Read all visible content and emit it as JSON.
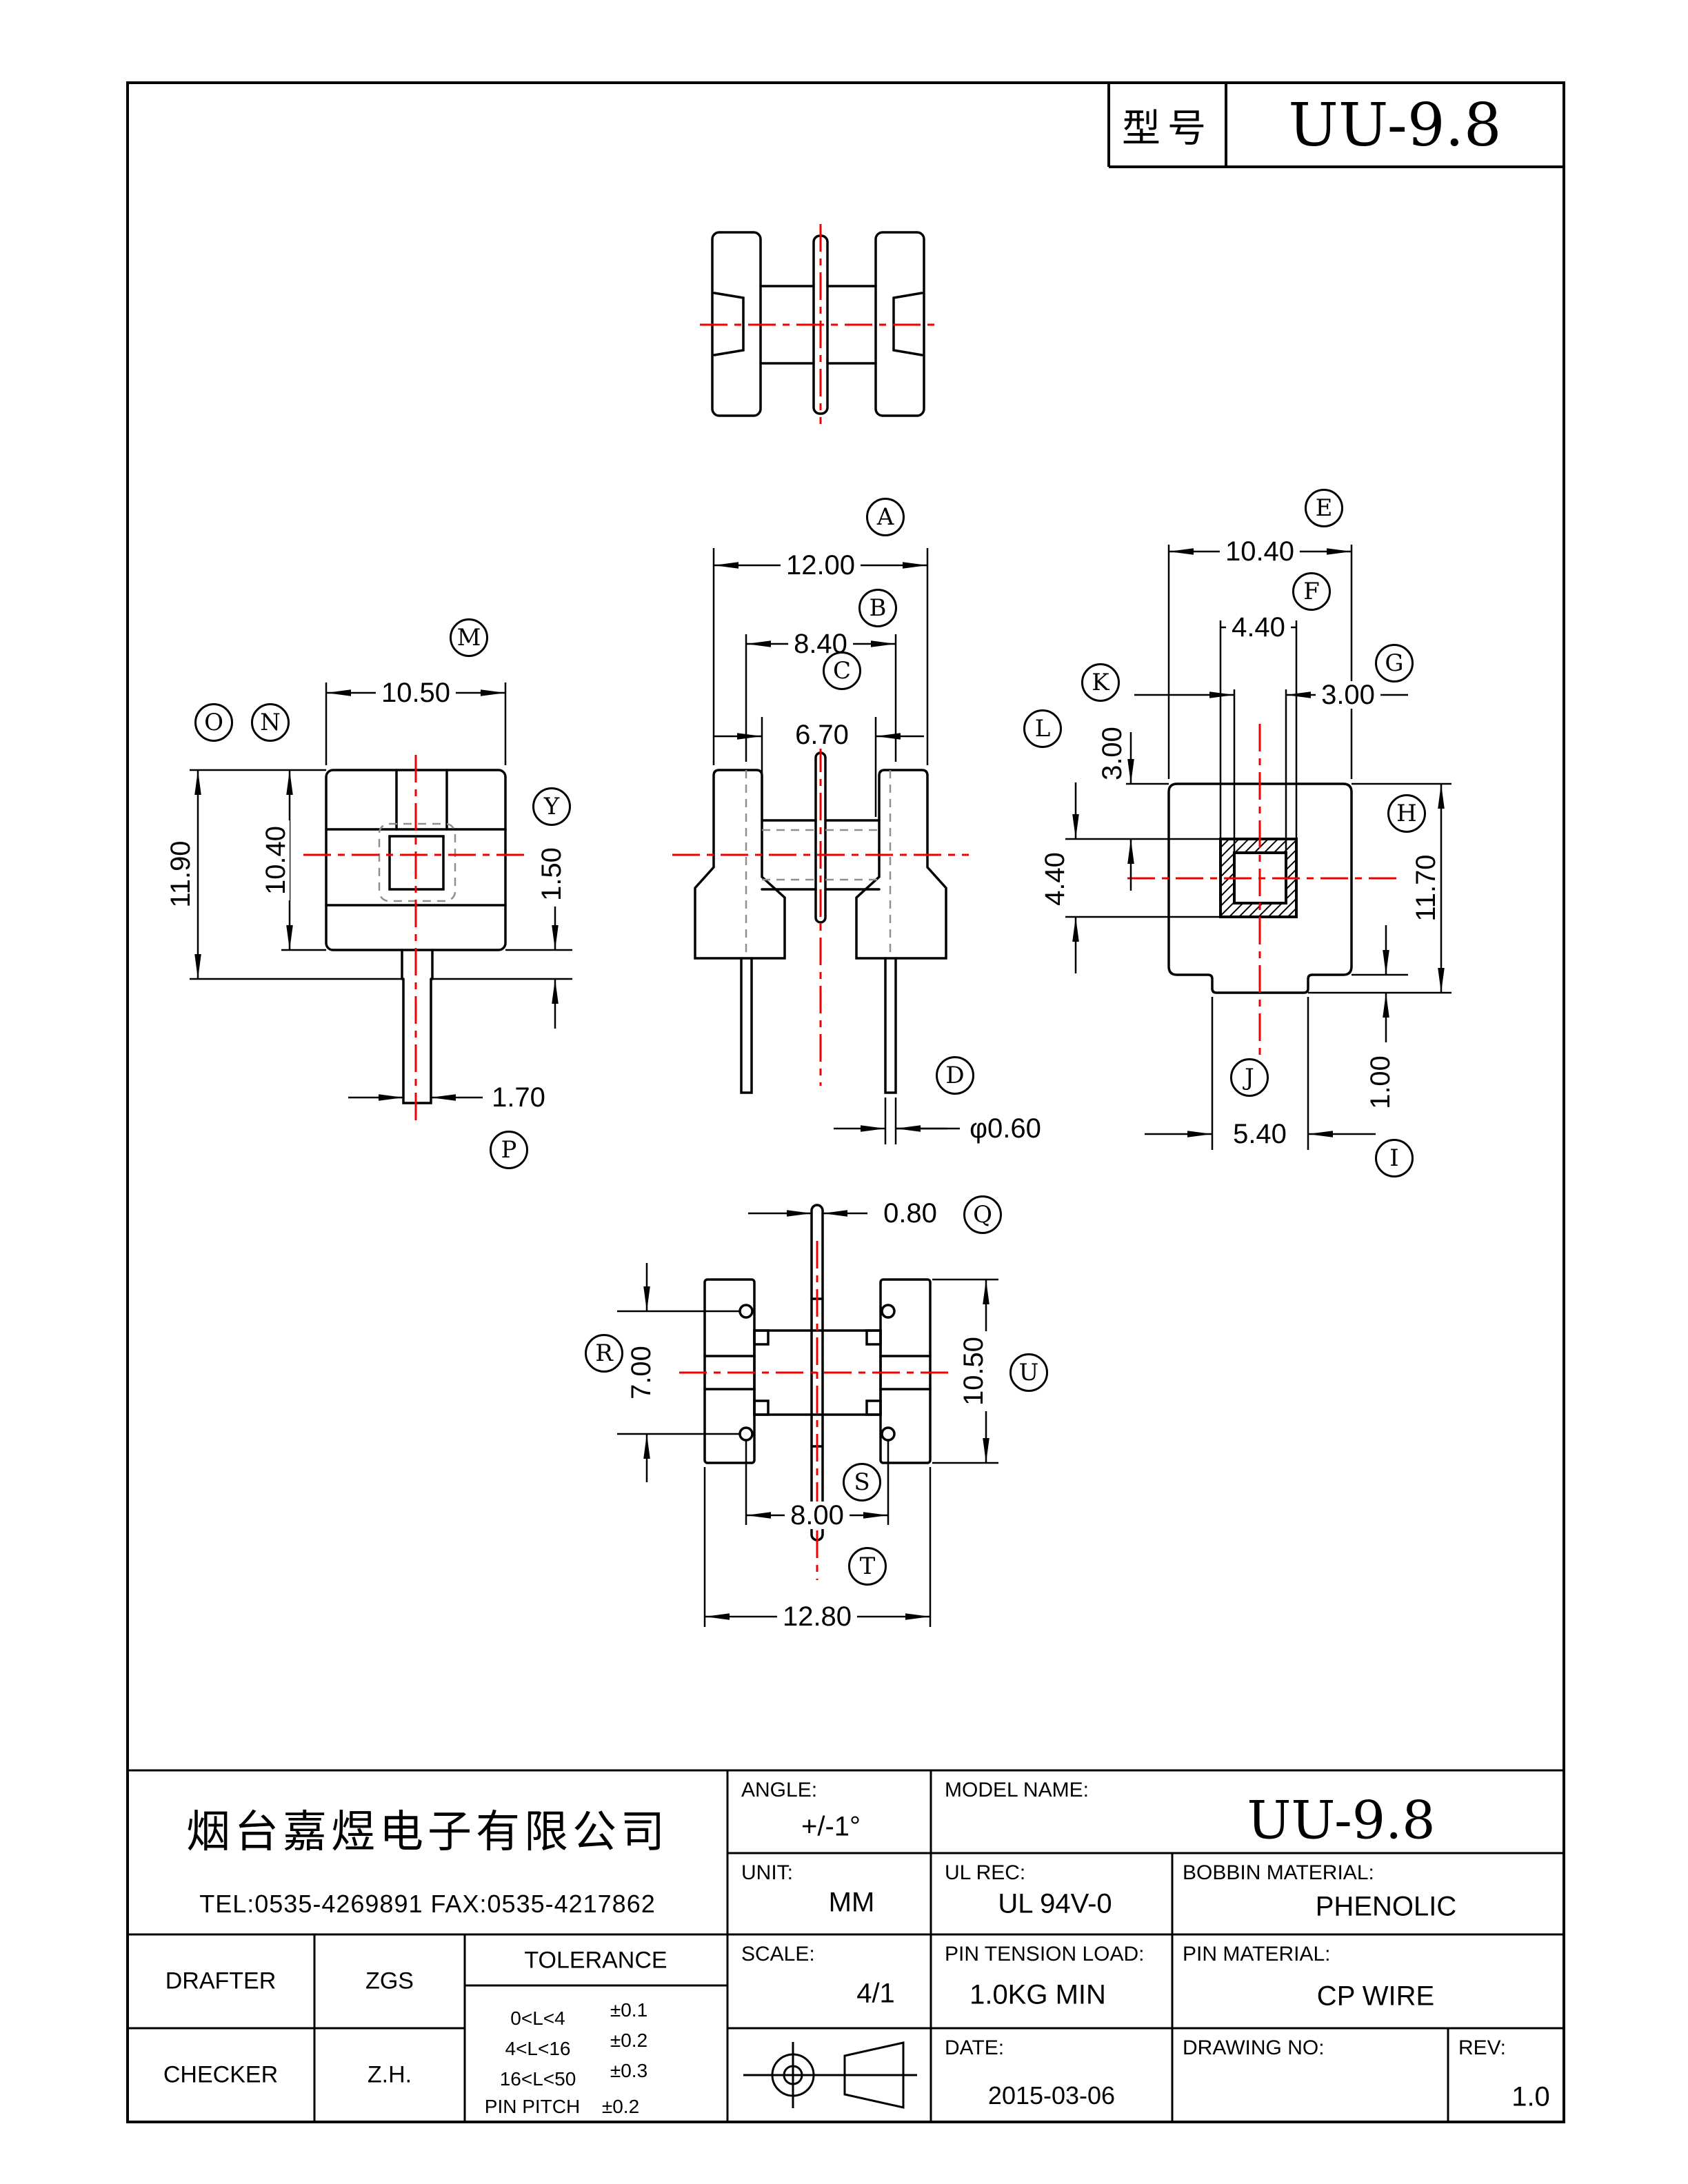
{
  "sheet": {
    "model_label": "型号",
    "model_value": "UU-9.8"
  },
  "company": {
    "name": "烟台嘉煜电子有限公司",
    "contact": "TEL:0535-4269891  FAX:0535-4217862"
  },
  "fields": {
    "angle": {
      "label": "ANGLE:",
      "value": "+/-1°"
    },
    "model_name": {
      "label": "MODEL NAME:",
      "value": "UU-9.8"
    },
    "unit": {
      "label": "UNIT:",
      "value": "MM"
    },
    "ul_rec": {
      "label": "UL REC:",
      "value": "UL 94V-0"
    },
    "bobbin_material": {
      "label": "BOBBIN MATERIAL:",
      "value": "PHENOLIC"
    },
    "scale": {
      "label": "SCALE:",
      "value": "4/1"
    },
    "pin_tension": {
      "label": "PIN TENSION LOAD:",
      "value": "1.0KG MIN"
    },
    "pin_material": {
      "label": "PIN MATERIAL:",
      "value": "CP WIRE"
    },
    "date": {
      "label": "DATE:",
      "value": "2015-03-06"
    },
    "drawing_no": {
      "label": "DRAWING NO:",
      "value": ""
    },
    "rev": {
      "label": "REV:",
      "value": "1.0"
    },
    "drafter": {
      "label": "DRAFTER",
      "value": "ZGS"
    },
    "checker": {
      "label": "CHECKER",
      "value": "Z.H."
    }
  },
  "tolerance": {
    "header": "TOLERANCE",
    "rows": [
      {
        "range": "0<L<4",
        "tol": "±0.1"
      },
      {
        "range": "4<L<16",
        "tol": "±0.2"
      },
      {
        "range": "16<L<50",
        "tol": "±0.3"
      },
      {
        "range": "PIN PITCH",
        "tol": "±0.2"
      }
    ]
  },
  "dims": {
    "A": {
      "letter": "A",
      "value": "12.00"
    },
    "B": {
      "letter": "B",
      "value": "8.40"
    },
    "C": {
      "letter": "C",
      "value": "6.70"
    },
    "D": {
      "letter": "D",
      "value": "φ0.60"
    },
    "E": {
      "letter": "E",
      "value": "10.40"
    },
    "F": {
      "letter": "F",
      "value": "4.40"
    },
    "G": {
      "letter": "G",
      "value": "3.00"
    },
    "H": {
      "letter": "H",
      "value": "11.70"
    },
    "I": {
      "letter": "I",
      "value": "1.00"
    },
    "J": {
      "letter": "J",
      "value": "5.40"
    },
    "K": {
      "letter": "K",
      "value": "3.00"
    },
    "L": {
      "letter": "L",
      "value": "4.40"
    },
    "M": {
      "letter": "M",
      "value": "10.50"
    },
    "N": {
      "letter": "N",
      "value": "10.40"
    },
    "O": {
      "letter": "O",
      "value": "11.90"
    },
    "P": {
      "letter": "P",
      "value": "1.70"
    },
    "Q": {
      "letter": "Q",
      "value": "0.80"
    },
    "R": {
      "letter": "R",
      "value": "7.00"
    },
    "S": {
      "letter": "S",
      "value": "8.00"
    },
    "T": {
      "letter": "T",
      "value": "12.80"
    },
    "U": {
      "letter": "U",
      "value": "10.50"
    },
    "Y": {
      "letter": "Y",
      "value": "1.50"
    }
  }
}
